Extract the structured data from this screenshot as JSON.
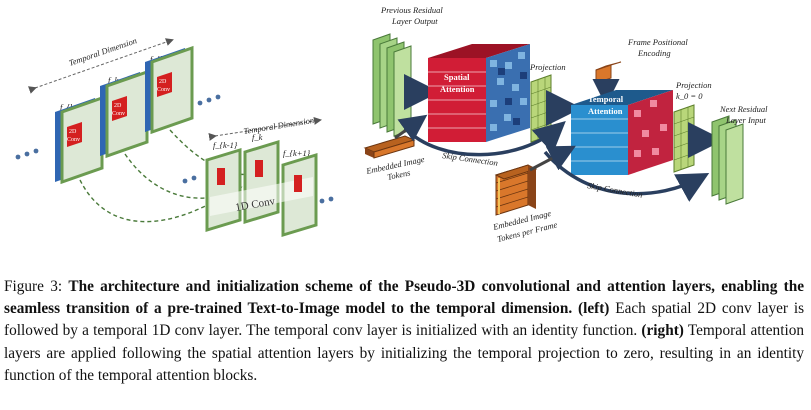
{
  "figure": {
    "left": {
      "temporal_dimension_top": "Temporal Dimension",
      "temporal_dimension_bottom": "Temporal Dimension",
      "frame_labels_top": [
        "f_{k-1}",
        "f_k",
        "f_{k+1}"
      ],
      "frame_labels_bottom": [
        "f_{k-1}",
        "f_k",
        "f_{k+1}"
      ],
      "conv2d_label_line1": "2D",
      "conv2d_label_line2": "Conv",
      "conv1d_label": "1D Conv"
    },
    "right": {
      "prev_residual": [
        "Previous Residual",
        "Layer Output"
      ],
      "spatial_attention": [
        "Spatial",
        "Attention"
      ],
      "projection_1": "Projection",
      "frame_positional_encoding": [
        "Frame Positional",
        "Encoding"
      ],
      "projection_2": [
        "Projection",
        "k_0 = 0"
      ],
      "temporal_attention": [
        "Temporal",
        "Attention"
      ],
      "next_residual": [
        "Next Residual",
        "Layer Input"
      ],
      "skip_connection_1": "Skip Connection",
      "skip_connection_2": "Skip Connection",
      "embedded_image_tokens": [
        "Embedded Image",
        "Tokens"
      ],
      "embedded_tokens_per_frame": [
        "Embedded Image",
        "Tokens per Frame"
      ]
    }
  },
  "caption": {
    "prefix": "Figure 3:",
    "bold_title": "The architecture and initialization scheme of the Pseudo-3D convolutional and attention layers, enabling the seamless transition of a pre-trained Text-to-Image model to the temporal dimension.",
    "left_tag": "(left)",
    "left_text": "Each spatial 2D conv layer is followed by a temporal 1D conv layer. The temporal conv layer is initialized with an identity function.",
    "right_tag": "(right)",
    "right_text": "Temporal attention layers are applied following the spatial attention layers by initializing the temporal projection to zero, resulting in an identity function of the temporal attention blocks."
  }
}
